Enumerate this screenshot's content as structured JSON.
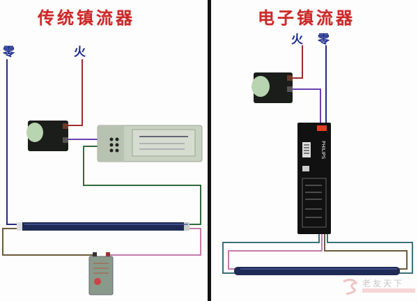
{
  "left_panel": {
    "title": "传统镇流器",
    "label_neutral": "零",
    "label_live": "火",
    "components": [
      "motion-sensor",
      "magnetic-ballast",
      "fluorescent-tube",
      "starter"
    ]
  },
  "right_panel": {
    "title": "电子镇流器",
    "label_live": "火",
    "label_neutral": "零",
    "components": [
      "motion-sensor",
      "electronic-ballast",
      "fluorescent-tube"
    ],
    "ballast_brand": "PHILIPS"
  },
  "watermark": "老友天下",
  "colors": {
    "title": "#cc2a2a",
    "label": "#1b2b8a",
    "wire_live": "#a02a2a",
    "wire_neutral": "#2a2a7a",
    "wire_green": "#2f6a3a",
    "wire_purple": "#6b3fb0",
    "wire_pink": "#c77aa8",
    "wire_brown": "#6b5a3a",
    "wire_teal": "#3a6f7a"
  }
}
